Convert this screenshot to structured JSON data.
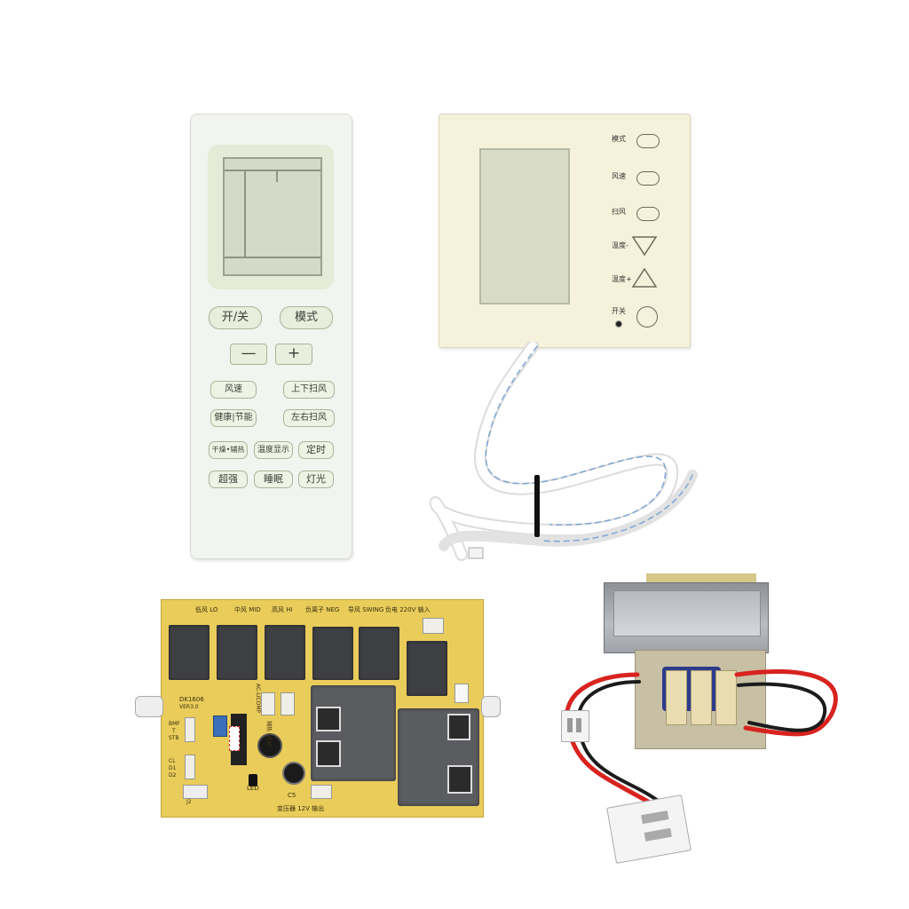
{
  "remote": {
    "buttons": {
      "power": "开/关",
      "mode": "模式",
      "minus": "—",
      "plus": "+",
      "fan_speed": "风速",
      "swing_ud": "上下扫风",
      "health_eco": "健康|节能",
      "swing_lr": "左右扫风",
      "dry_aux_heat": "干燥•辅热",
      "temp_display": "温度显示",
      "timer": "定时",
      "turbo": "超强",
      "sleep": "睡眠",
      "light": "灯光"
    }
  },
  "wall_controller": {
    "labels": {
      "mode": "模式",
      "fan_speed": "风速",
      "swing": "扫风",
      "temp_down": "温度-",
      "temp_up": "温度+",
      "power": "开关"
    }
  },
  "pcb": {
    "model": "DK1606",
    "version": "VER3.0",
    "relay_labels": [
      "低风 LO",
      "中风 MID",
      "高风 HI",
      "负离子 NEG",
      "导风 SWING",
      "负电 220V 输入"
    ],
    "left_labels": [
      "BMF",
      "T",
      "STB",
      "CL",
      "D1",
      "D2"
    ],
    "center_label": "AC-LICOMP",
    "bottom_label": "变压器 12V 输出",
    "heat_label": "辅热 HEAT",
    "cap_label": "C5",
    "led_label": "LED",
    "j_label": "J2"
  },
  "colors": {
    "pcb": "#e9cc5a",
    "remote": "#f2f4ef",
    "wall_controller": "#f6f1da",
    "wire_red": "#d8231f",
    "wire_black": "#1b1b1b"
  }
}
